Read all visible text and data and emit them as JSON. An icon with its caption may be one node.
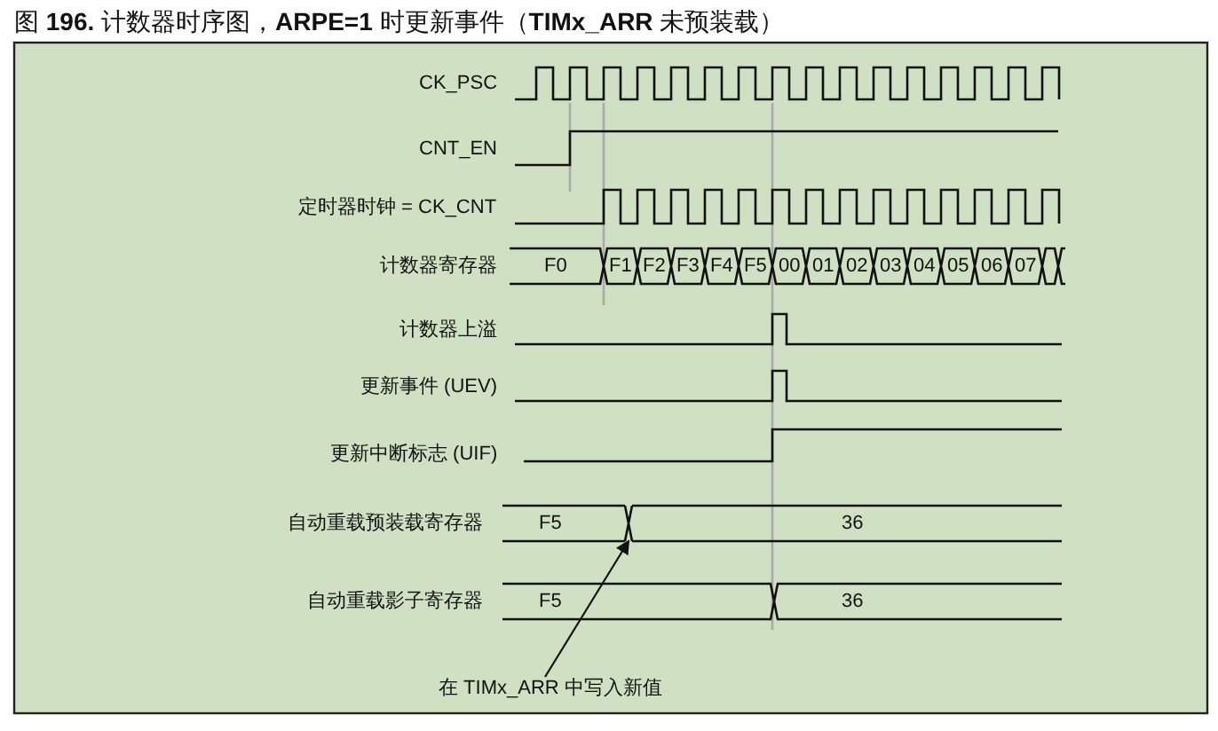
{
  "diagram": {
    "title": "图 **196.** 计数器时序图，**ARPE=1** 时更新事件（**TIMx_ARR** 未预装载）",
    "nodes": [
      {
        "text": [
          "在 TIMx_ARR 中写入新值"
        ]
      },
      {
        "text": [],
        "shape": "cross"
      }
    ],
    "edges": [
      {
        "from": 0,
        "to": 1,
        "arrow": "to"
      }
    ],
    "labels": [
      "CK_PSC",
      "CNT_EN",
      "定时器时钟 = CK_CNT",
      "计数器寄存器",
      "F0",
      "F1",
      "F2",
      "F3",
      "F4",
      "F5",
      "00",
      "01",
      "02",
      "03",
      "04",
      "05",
      "06",
      "07",
      "计数器上溢",
      "更新事件 (UEV)",
      "更新中断标志 (UIF)",
      "自动重载预装载寄存器",
      "F5",
      "36",
      "自动重载影子寄存器",
      "F5",
      "36"
    ]
  }
}
